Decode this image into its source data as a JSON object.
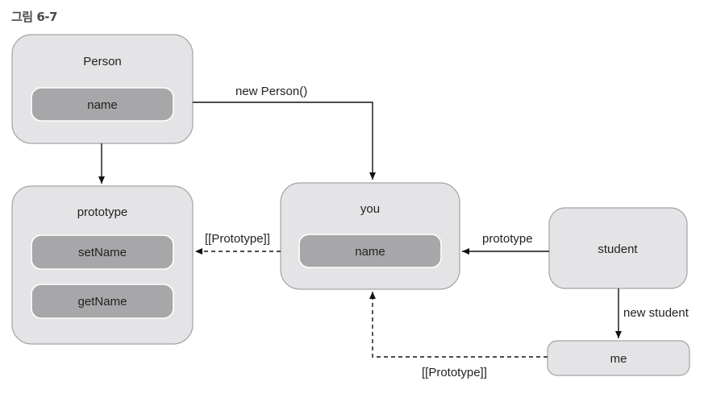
{
  "figure": {
    "caption": "그림 6-7"
  },
  "nodes": {
    "person": {
      "title": "Person",
      "members": [
        "name"
      ]
    },
    "prototype": {
      "title": "prototype",
      "members": [
        "setName",
        "getName"
      ]
    },
    "you": {
      "title": "you",
      "members": [
        "name"
      ]
    },
    "student": {
      "title": "student"
    },
    "me": {
      "title": "me"
    }
  },
  "edges": {
    "person_to_prototype": {
      "label": ""
    },
    "person_to_you": {
      "label": "new Person()"
    },
    "you_to_prototype": {
      "label": "[[Prototype]]"
    },
    "student_to_you": {
      "label": "prototype"
    },
    "student_to_me": {
      "label": "new student"
    },
    "me_to_you": {
      "label": "[[Prototype]]"
    }
  },
  "colors": {
    "box_fill": "#e4e4e6",
    "box_border": "#a3a3a6",
    "inner_fill": "#a7a7aa",
    "line": "#111111"
  }
}
